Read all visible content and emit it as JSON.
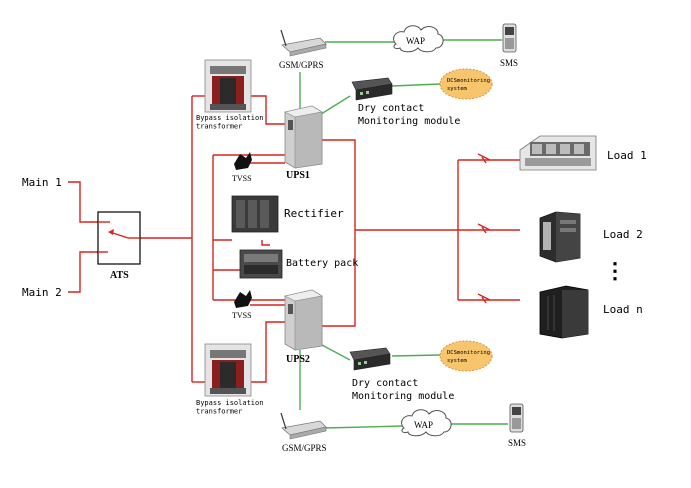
{
  "colors": {
    "power_line": "#d9231f",
    "comm_line": "#4caf50",
    "monitor_bubble": "#f7c56b",
    "device_dark": "#2a2a2a",
    "device_light": "#d8d8d8"
  },
  "inputs": {
    "main1": "Main 1",
    "main2": "Main 2"
  },
  "ats": {
    "label": "ATS"
  },
  "ups1": {
    "label": "UPS1",
    "tvss": "TVSS",
    "transformer": "Bypass isolation\ntransformer",
    "gsm": "GSM/GPRS",
    "wap": "WAP",
    "sms": "SMS",
    "dry_contact_1": "Dry contact",
    "dry_contact_2": "Monitoring module",
    "monitor_1": "DCSmonitoring",
    "monitor_2": "system"
  },
  "shared": {
    "rectifier": "Rectifier",
    "battery": "Battery pack"
  },
  "ups2": {
    "label": "UPS2",
    "tvss": "TVSS",
    "transformer": "Bypass isolation\ntransformer",
    "gsm": "GSM/GPRS",
    "wap": "WAP",
    "sms": "SMS",
    "dry_contact_1": "Dry contact",
    "dry_contact_2": "Monitoring module",
    "monitor_1": "DCSmonitoring",
    "monitor_2": "system"
  },
  "loads": {
    "load1": "Load 1",
    "load2": "Load 2",
    "ellipsis": "⋮",
    "loadn": "Load n"
  }
}
